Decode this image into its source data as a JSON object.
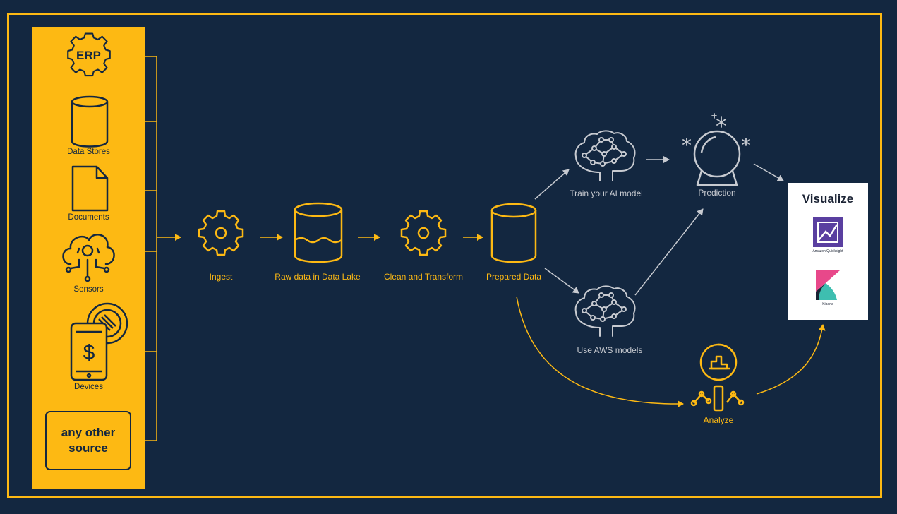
{
  "sources": {
    "erp": "ERP",
    "data_stores": "Data Stores",
    "documents": "Documents",
    "sensors": "Sensors",
    "devices": "Devices",
    "other": "any other source"
  },
  "pipeline": {
    "ingest": "Ingest",
    "raw_data": "Raw data in Data Lake",
    "clean": "Clean and Transform",
    "prepared": "Prepared Data"
  },
  "ml": {
    "train": "Train your AI model",
    "aws_models": "Use AWS models",
    "prediction": "Prediction",
    "analyze": "Analyze"
  },
  "visualize": {
    "title": "Visualize",
    "tools": [
      "Amazon Quicksight",
      "Kibana"
    ]
  },
  "colors": {
    "background": "#132740",
    "accent": "#fdb913",
    "secondary": "#c7cad0",
    "card": "#ffffff",
    "quicksight": "#5a3fa0",
    "kibana_pink": "#e8488a",
    "kibana_teal": "#3ebeb0"
  }
}
